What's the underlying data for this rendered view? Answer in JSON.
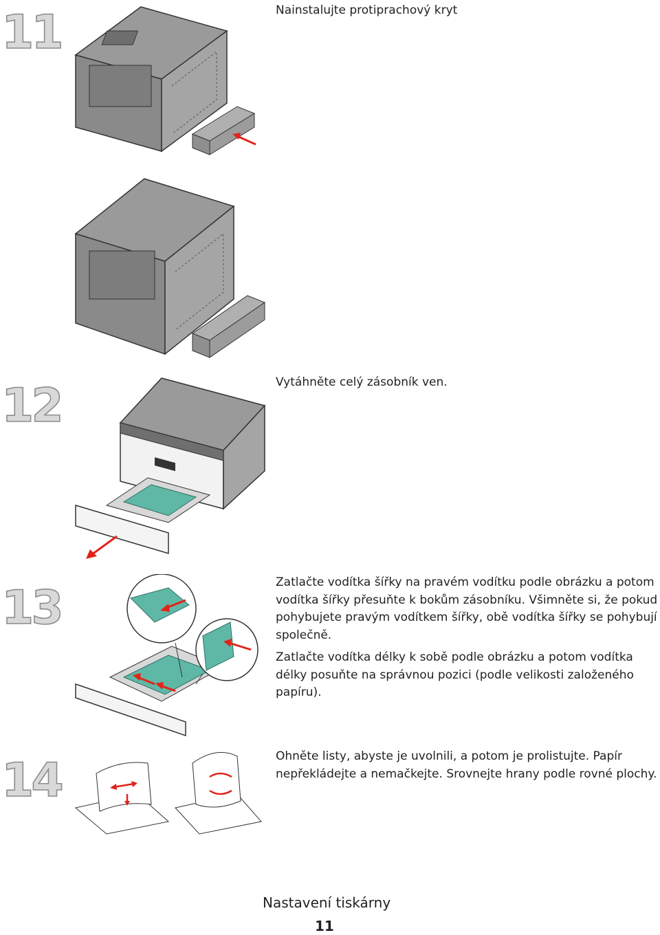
{
  "steps": [
    {
      "number": "11",
      "text": [
        "Nainstalujte protiprachový kryt"
      ]
    },
    {
      "number": "12",
      "text": [
        "Vytáhněte celý zásobník ven."
      ]
    },
    {
      "number": "13",
      "text": [
        "Zatlačte vodítka šířky na pravém vodítku podle obrázku a potom vodítka šířky přesuňte k bokům zásobníku. Všimněte si, že pokud pohybujete pravým vodítkem šířky, obě vodítka šířky se pohybují společně.",
        "Zatlačte vodítka délky k sobě podle obrázku a potom vodítka délky posuňte na správnou pozici (podle velikosti založeného papíru)."
      ]
    },
    {
      "number": "14",
      "text": [
        "Ohněte listy, abyste je uvolnili, a potom je prolistujte. Papír nepřekládejte a nemačkejte. Srovnejte hrany podle rovné plochy."
      ]
    }
  ],
  "footer": {
    "title": "Nastavení tiskárny",
    "page_number": "11"
  },
  "colors": {
    "accent_arrow": "#e2231a",
    "tray_guide": "#5fb8a6",
    "printer_gray": "#8a8a8a"
  }
}
